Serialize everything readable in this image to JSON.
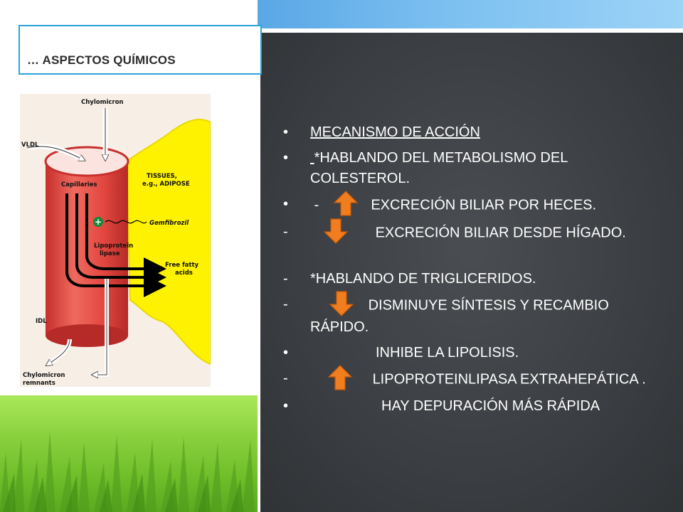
{
  "slide": {
    "title": "… ASPECTOS QUÍMICOS",
    "colors": {
      "chalkboard": "#3c3f43",
      "title_border": "#29a3d9",
      "arrow_orange": "#f07d1e",
      "vessel_red": "#e0453f",
      "tissue_yellow": "#fff200"
    }
  },
  "diagram": {
    "labels": {
      "chylomicron": "Chylomicron",
      "vldl": "VLDL",
      "capillaries": "Capillaries",
      "tissues": "TISSUES,",
      "tissues_eg": "e.g., ADIPOSE",
      "gemfibrozil": "Gemfibrozil",
      "lipoprotein": "Lipoprotein",
      "lipase": "lipase",
      "free_fatty": "Free fatty",
      "acids": "acids",
      "idl": "IDL",
      "remnants_1": "Chylomicron",
      "remnants_2": "remnants",
      "plus": "+"
    }
  },
  "bullets": [
    {
      "marker": "•",
      "text": "MECANISMO DE ACCIÓN",
      "underline": true
    },
    {
      "marker": "•",
      "lead": " ",
      "text": "*HABLANDO DEL METABOLISMO DEL COLESTEROL."
    },
    {
      "marker": "•",
      "prefix": " -",
      "arrow": "up-arrow-icon",
      "text": "EXCRECIÓN BILIAR POR HECES."
    },
    {
      "marker": "-",
      "arrow": "down-arrow-icon",
      "text": "EXCRECIÓN BILIAR DESDE HÍGADO."
    },
    {
      "marker": "-",
      "text": "*HABLANDO DE TRIGLICERIDOS."
    },
    {
      "marker": "-",
      "arrow": "down-arrow-icon",
      "text": "DISMINUYE SÍNTESIS Y RECAMBIO RÁPIDO."
    },
    {
      "marker": "•",
      "text": "INHIBE LA LIPOLISIS."
    },
    {
      "marker": "-",
      "arrow": "up-arrow-icon",
      "text": "LIPOPROTEINLIPASA EXTRAHEPÁTICA ."
    },
    {
      "marker": "•",
      "text": "HAY DEPURACIÓN MÁS RÁPIDA"
    }
  ]
}
